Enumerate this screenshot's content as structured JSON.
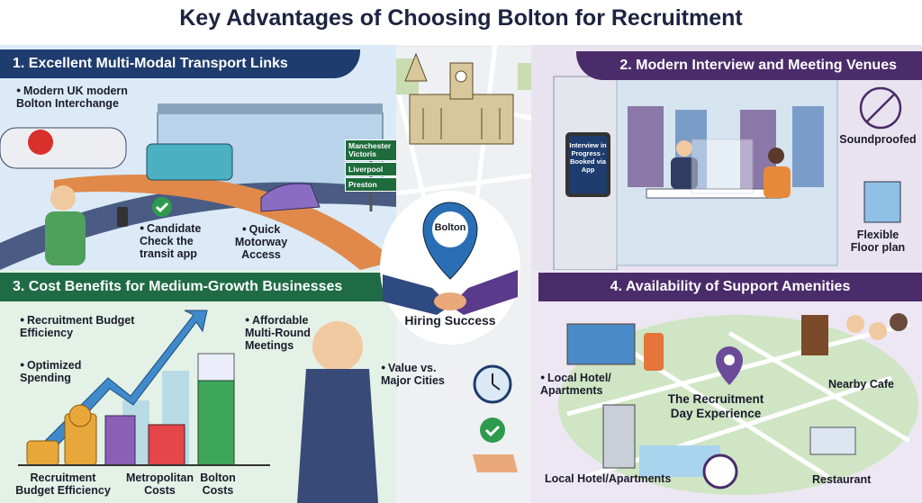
{
  "title": "Key Advantages of Choosing Bolton for Recruitment",
  "center": {
    "pin_label": "Bolton",
    "caption": "Hiring Success"
  },
  "section1": {
    "heading": "1.  Excellent Multi-Modal Transport Links",
    "bullet_interchange": "Modern UK modern Bolton Interchange",
    "bullet_candidate": "Candidate Check the transit app",
    "bullet_motorway": "Quick Motorway Access",
    "signs": [
      "Manchester Victoris",
      "Liverpool",
      "Preston"
    ]
  },
  "section2": {
    "heading": "2. Modern Interview and Meeting Venues",
    "tablet_text": "Interview in Progress - Booked via App",
    "soundproofed": "Soundproofed",
    "floor_plan": "Flexible Floor plan"
  },
  "section3": {
    "heading": "3. Cost Benefits for Medium-Growth Businesses",
    "bullet_budget": "Recruitment Budget Efficiency",
    "bullet_optimized": "Optimized Spending",
    "bullet_affordable": "Affordable Multi-Round Meetings",
    "bullet_value": "Value vs. Major Cities",
    "axis_labels": [
      "Recruitment Budget Efficiency",
      "Metropolitan Costs",
      "Bolton Costs"
    ]
  },
  "section4": {
    "heading": "4. Availability of Support Amenities",
    "hotel_bullet": "Local Hotel/ Apartments",
    "center_label": "The Recruitment Day Experience",
    "cafe": "Nearby Cafe",
    "hotel_building": "Local Hotel/Apartments",
    "restaurant": "Restaurant"
  },
  "colors": {
    "navy": "#1f3c6e",
    "purple": "#4b2c6b",
    "green": "#1f6b46",
    "pin_blue": "#2a6fb5"
  }
}
